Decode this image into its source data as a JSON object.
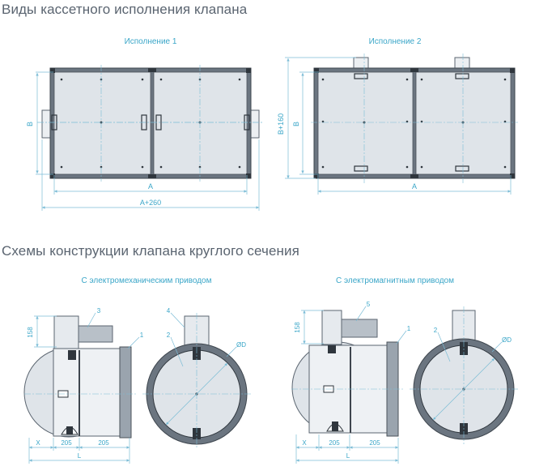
{
  "section1": {
    "title": "Виды кассетного исполнения клапана",
    "variant1": "Исполнение 1",
    "variant2": "Исполнение 2",
    "dims": {
      "a": "A",
      "a260": "A+260",
      "b": "B",
      "b160": "B+160"
    }
  },
  "section2": {
    "title": "Схемы конструкции клапана круглого сечения",
    "electromech": "С электромеханическим приводом",
    "electromag": "С электромагнитным приводом",
    "dims": {
      "h158": "158",
      "d205": "205",
      "x": "X",
      "l": "L",
      "od": "ØD"
    },
    "callouts": {
      "c1": "1",
      "c2": "2",
      "c3": "3",
      "c4": "4",
      "c5": "5"
    }
  },
  "colors": {
    "title": "#5a6470",
    "caption": "#3aa6c8",
    "frame": "#5b6570",
    "panel": "#dfe4e9",
    "dimline": "#7bbcd6"
  }
}
